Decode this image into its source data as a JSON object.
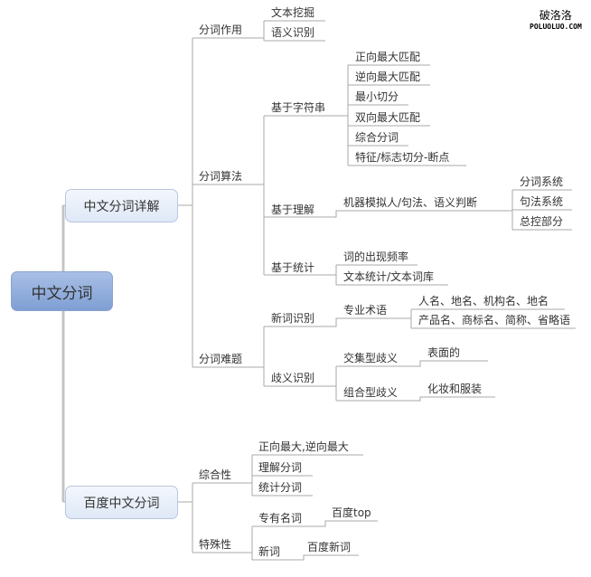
{
  "watermark": {
    "cn": "破洛洛",
    "url": "POLUOLUO.COM"
  },
  "root": "中文分词",
  "branch1": {
    "label": "中文分词详解",
    "role": {
      "label": "分词作用",
      "items": [
        "文本挖掘",
        "语义识别"
      ]
    },
    "algo": {
      "label": "分词算法",
      "string": {
        "label": "基于字符串",
        "items": [
          "正向最大匹配",
          "逆向最大匹配",
          "最小切分",
          "双向最大匹配",
          "综合分词",
          "特征/标志切分-断点"
        ]
      },
      "understand": {
        "label": "基于理解",
        "method": "机器模拟人/句法、语义判断",
        "items": [
          "分词系统",
          "句法系统",
          "总控部分"
        ]
      },
      "stat": {
        "label": "基于统计",
        "items": [
          "词的出现频率",
          "文本统计/文本词库"
        ]
      }
    },
    "problem": {
      "label": "分词难题",
      "newword": {
        "label": "新词识别",
        "term": "专业术语",
        "items": [
          "人名、地名、机构名、地名",
          "产品名、商标名、简称、省略语"
        ]
      },
      "ambig": {
        "label": "歧义识别",
        "cross": "交集型歧义",
        "cross_ex": "表面的",
        "comb": "组合型歧义",
        "comb_ex": "化妆和服装"
      }
    }
  },
  "branch2": {
    "label": "百度中文分词",
    "general": {
      "label": "综合性",
      "items": [
        "正向最大,逆向最大",
        "理解分词",
        "统计分词"
      ]
    },
    "special": {
      "label": "特殊性",
      "proper": "专有名词",
      "proper_ex": "百度top",
      "new": "新词",
      "new_ex": "百度新词"
    }
  }
}
